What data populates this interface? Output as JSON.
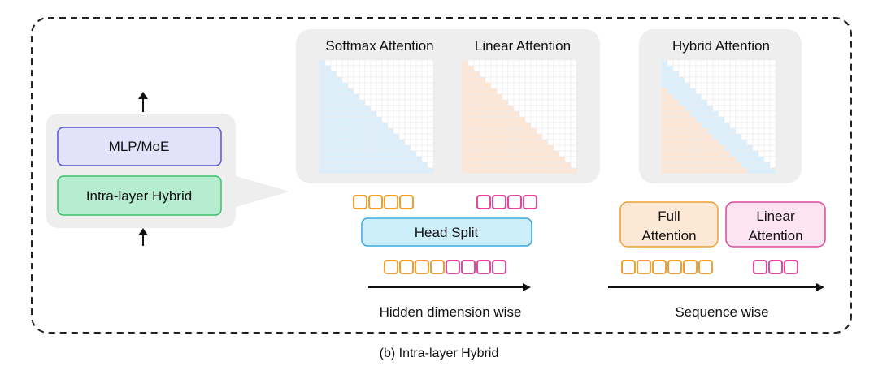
{
  "layer_block": {
    "mlp_label": "MLP/MoE",
    "hybrid_label": "Intra-layer Hybrid"
  },
  "attention_panels": {
    "softmax_title": "Softmax Attention",
    "linear_title": "Linear Attention",
    "hybrid_title": "Hybrid Attention"
  },
  "head_split": {
    "label": "Head Split",
    "axis_label": "Hidden dimension wise"
  },
  "sequence": {
    "full_label_line1": "Full",
    "full_label_line2": "Attention",
    "linear_label_line1": "Linear",
    "linear_label_line2": "Attention",
    "axis_label": "Sequence wise"
  },
  "caption": "(b) Intra-layer Hybrid",
  "colors": {
    "softmax_fill": "#daeefb",
    "linear_fill": "#fde6d4",
    "orange_token": "#f0a030",
    "pink_token": "#e0489a",
    "mlp_fill": "#e3e2fb",
    "mlp_border": "#5b55d8",
    "hybrid_fill": "#b6ecd0",
    "hybrid_border": "#3cc26a",
    "headsplit_fill": "#cdeefb",
    "headsplit_border": "#3aa8e0"
  }
}
